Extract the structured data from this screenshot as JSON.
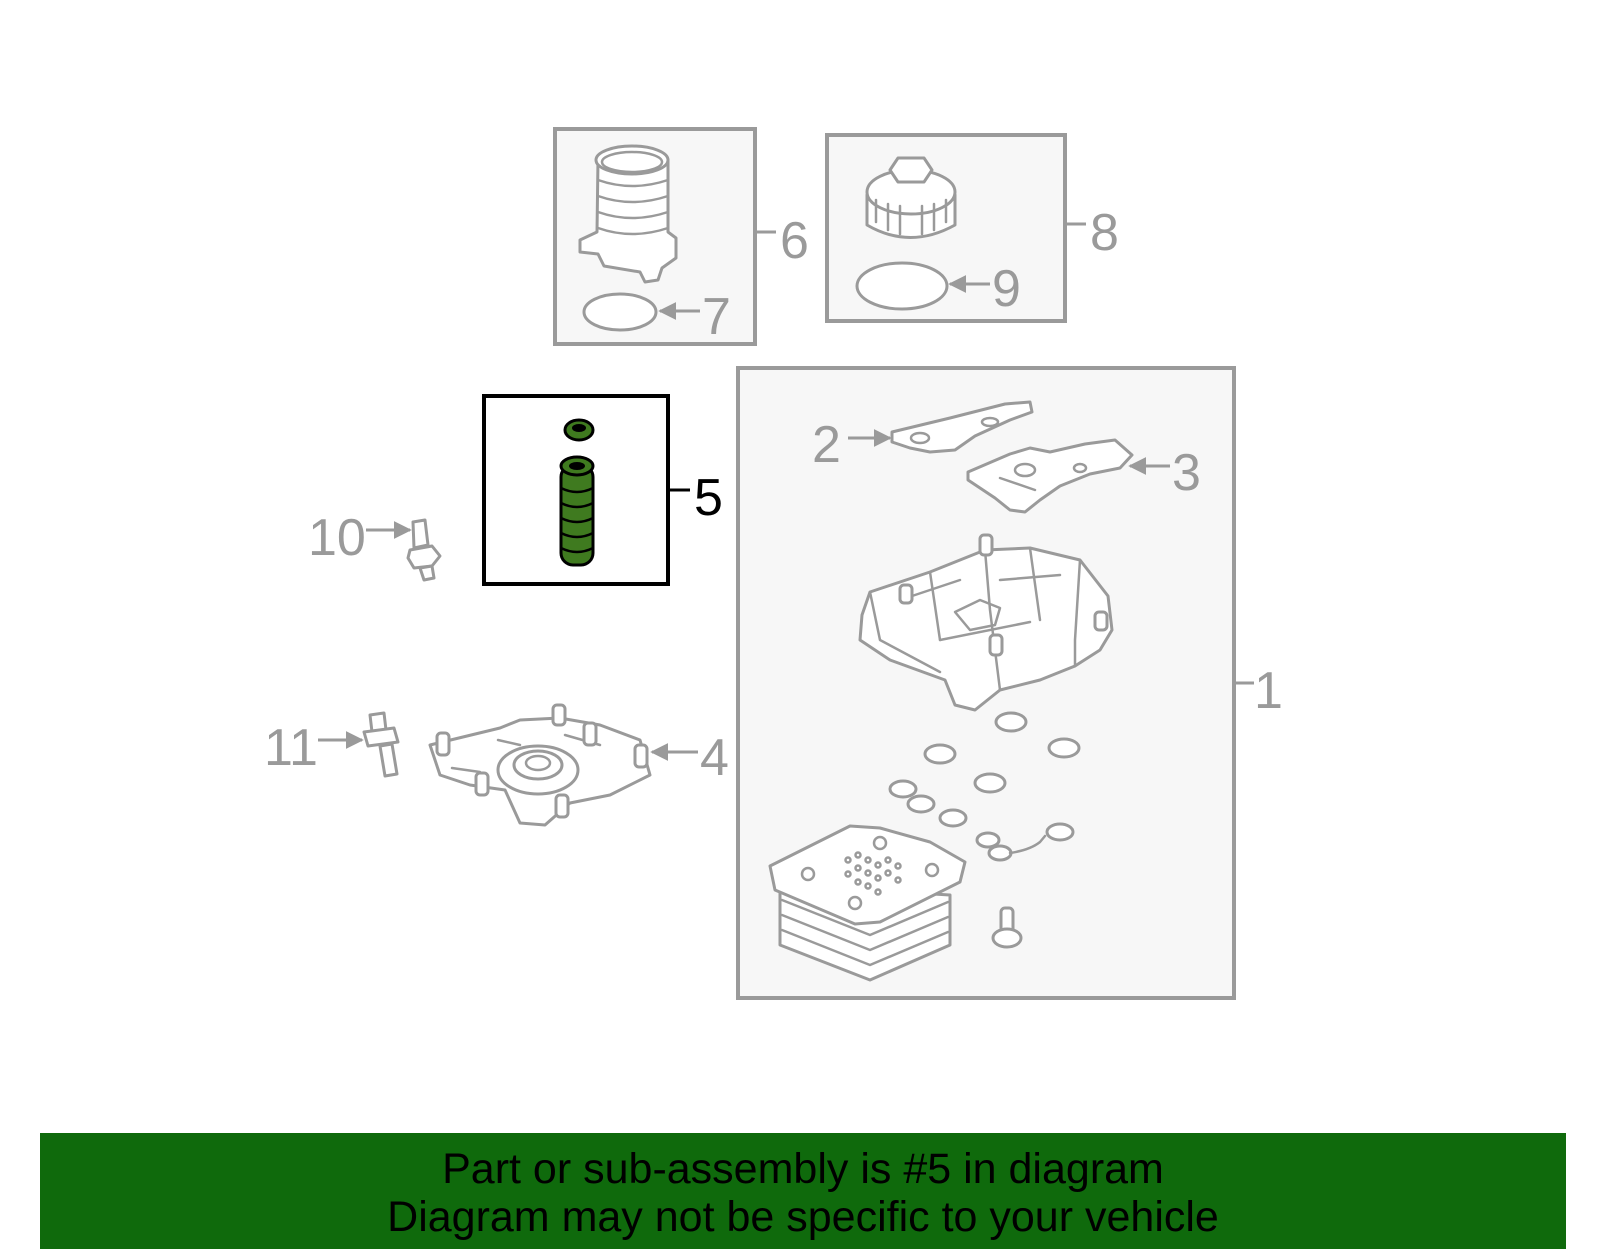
{
  "diagram": {
    "callouts": {
      "c1": "1",
      "c2": "2",
      "c3": "3",
      "c4": "4",
      "c5": "5",
      "c6": "6",
      "c7": "7",
      "c8": "8",
      "c9": "9",
      "c10": "10",
      "c11": "11"
    },
    "highlighted_part": "5",
    "colors": {
      "highlight": "#3f7a1f",
      "banner": "#0f6a0c",
      "line_gray": "#9a9a9a"
    }
  },
  "banner": {
    "line1": "Part or sub-assembly is #5 in diagram",
    "line2": "Diagram may not be specific to your vehicle"
  }
}
